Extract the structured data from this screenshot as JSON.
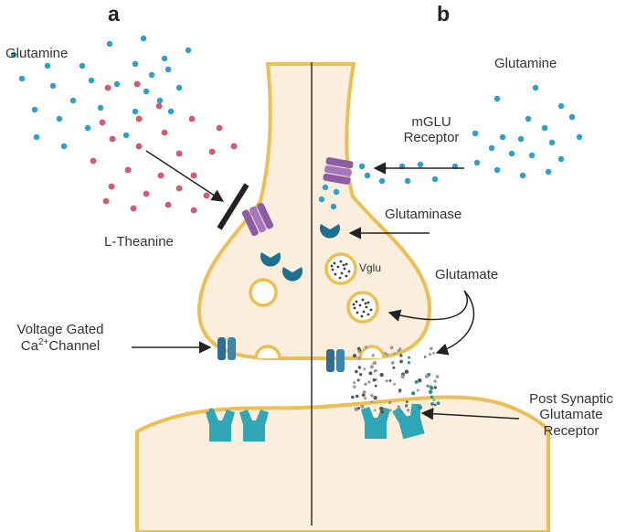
{
  "panels": {
    "a": "a",
    "b": "b"
  },
  "labels": {
    "glutamine_left": "Glutamine",
    "glutamine_right": "Glutamine",
    "l_theanine": "L-Theanine",
    "mglu_line1": "mGLU",
    "mglu_line2": "Receptor",
    "glutaminase": "Glutaminase",
    "vglu": "Vglu",
    "glutamate": "Glutamate",
    "vgcc_line1": "Voltage Gated",
    "vgcc_ca": "Ca",
    "vgcc_sup": "2+",
    "vgcc_rest": "Channel",
    "post_line1": "Post Synaptic",
    "post_line2": "Glutamate",
    "post_line3": "Receptor"
  },
  "colors": {
    "neuron_fill": "#fbeedd",
    "neuron_stroke": "#edbe52",
    "glutamine_dot": "#2a9fd0",
    "theanine_dot": "#d9566b",
    "receptor_purple": "#8e5ca5",
    "enzyme_blue": "#1e6f94",
    "channel_blue": "#2d6e96",
    "post_receptor": "#2fa7b6",
    "glutamate_dot": "#3a3a3a",
    "glutamate_teal": "#2e8f7e",
    "arrow": "#222222"
  },
  "icons": {
    "blocker": "blocker-bar",
    "mglu_receptor": "mglu-receptor-icon",
    "glutaminase": "glutaminase-icon",
    "vesicle": "vesicle-icon",
    "ca_channel": "calcium-channel-icon",
    "post_receptor": "post-synaptic-receptor-icon"
  }
}
